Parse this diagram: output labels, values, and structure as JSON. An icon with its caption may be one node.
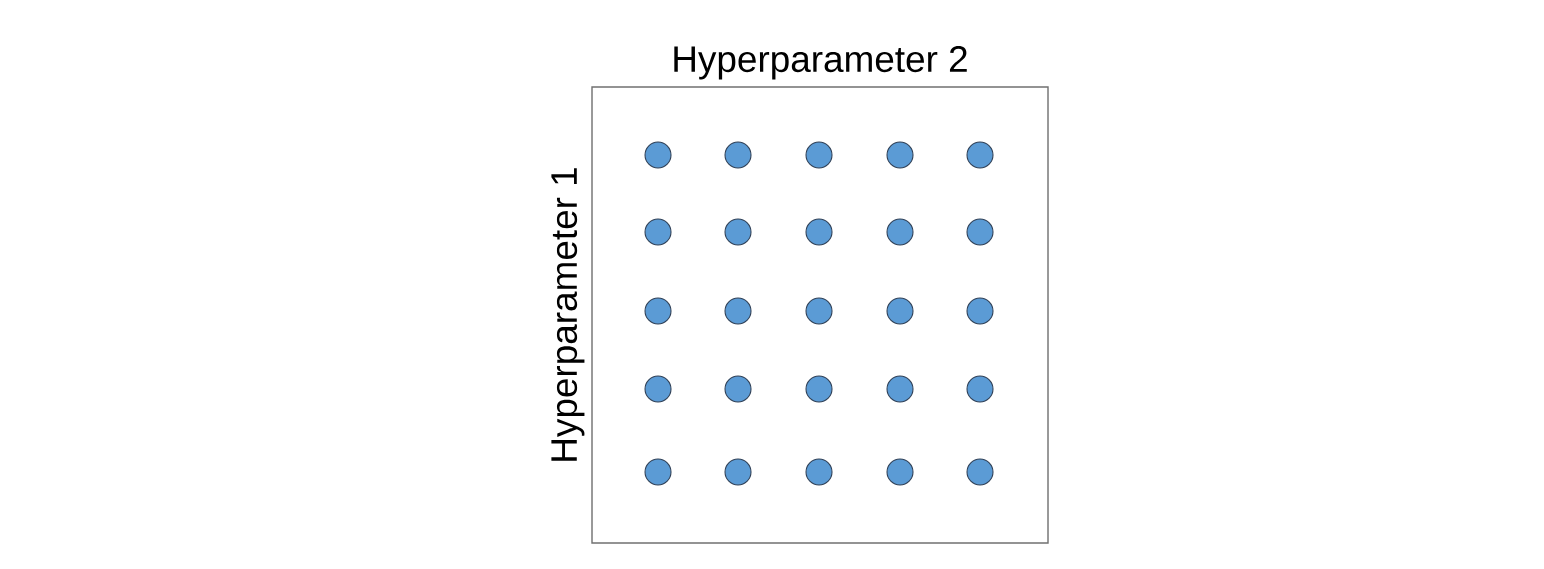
{
  "diagram": {
    "nodes": [
      {
        "text": [
          "Hyperparameter 2",
          "Hyperparameter 1"
        ]
      },
      {
        "text": [],
        "shape": "circle",
        "in": 0
      },
      {
        "text": [],
        "shape": "circle",
        "in": 0
      },
      {
        "text": [],
        "shape": "circle",
        "in": 0
      },
      {
        "text": [],
        "shape": "circle",
        "in": 0
      },
      {
        "text": [],
        "shape": "circle",
        "in": 0
      },
      {
        "text": [],
        "shape": "circle",
        "in": 0
      },
      {
        "text": [],
        "shape": "circle",
        "in": 0
      },
      {
        "text": [],
        "shape": "circle",
        "in": 0
      },
      {
        "text": [],
        "shape": "circle",
        "in": 0
      },
      {
        "text": [],
        "shape": "circle",
        "in": 0
      },
      {
        "text": [],
        "shape": "circle",
        "in": 0
      },
      {
        "text": [],
        "shape": "circle",
        "in": 0
      },
      {
        "text": [],
        "shape": "circle",
        "in": 0
      },
      {
        "text": [],
        "shape": "circle",
        "in": 0
      },
      {
        "text": [],
        "shape": "circle",
        "in": 0
      },
      {
        "text": [],
        "shape": "circle",
        "in": 0
      },
      {
        "text": [],
        "shape": "circle",
        "in": 0
      },
      {
        "text": [],
        "shape": "circle",
        "in": 0
      },
      {
        "text": [],
        "shape": "circle",
        "in": 0
      },
      {
        "text": [],
        "shape": "circle",
        "in": 0
      },
      {
        "text": [],
        "shape": "circle",
        "in": 0
      },
      {
        "text": [],
        "shape": "circle",
        "in": 0
      },
      {
        "text": [],
        "shape": "circle",
        "in": 0
      },
      {
        "text": [],
        "shape": "circle",
        "in": 0
      },
      {
        "text": [],
        "shape": "circle",
        "in": 0
      }
    ]
  }
}
